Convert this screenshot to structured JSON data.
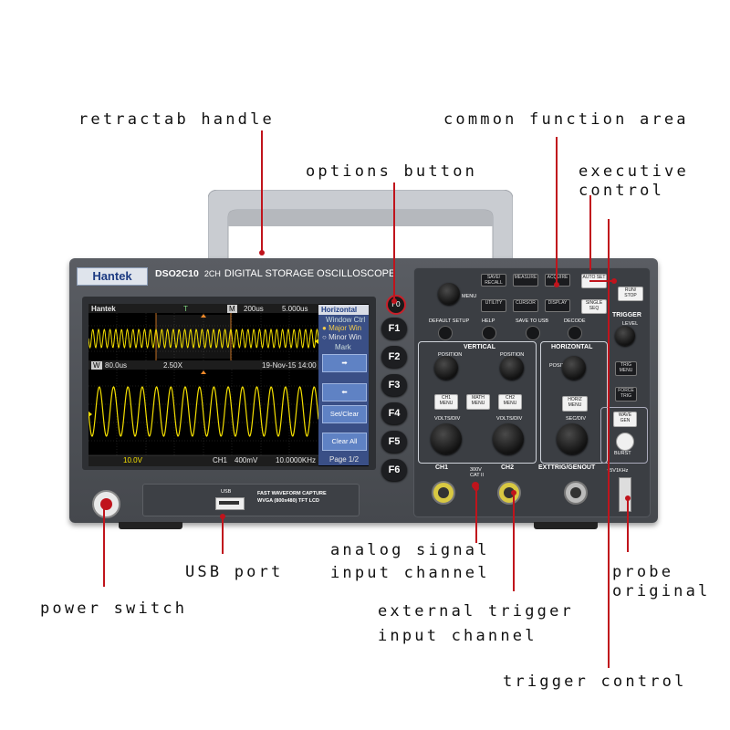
{
  "callouts": {
    "retractab_handle": "retractab handle",
    "common_function_area": "common function area",
    "options_button": "options button",
    "executive_control": "executive\ncontrol",
    "usb_port": "USB port",
    "analog_signal": "analog signal\ninput channel",
    "probe_original": "probe\noriginal",
    "power_switch": "power switch",
    "external_trigger": "external trigger\ninput channel",
    "trigger_control": "trigger control"
  },
  "device": {
    "brand": "Hantek",
    "model": "DSO2C10",
    "channels": "2CH",
    "title": "DIGITAL STORAGE OSCILLOSCOPE",
    "strip_line1": "FAST WAVEFORM CAPTURE",
    "strip_line2": "WVGA (800x480) TFT LCD",
    "usb_label": "USB"
  },
  "screen": {
    "brand": "Hantek",
    "trig_mode": "T",
    "mode": "M",
    "timebase": "200us",
    "time_offset": "5.000us",
    "window": "W",
    "window_div": "80.0us",
    "zoom": "2.50X",
    "date": "19-Nov-15 14:00",
    "ch1_scale": "10.0V",
    "ch1_label": "CH1",
    "trig_level": "400mV",
    "freq": "10.0000KHz"
  },
  "menu": {
    "title": "Horizontal",
    "item1": "Window Ctrl",
    "opt1": "Major Win",
    "opt2": "Minor Win",
    "item2": "Mark",
    "setclear": "Set/Clear",
    "clearall": "Clear All",
    "page": "Page 1/2"
  },
  "fkeys": [
    "F1",
    "F2",
    "F3",
    "F4",
    "F5",
    "F6"
  ],
  "f0": "F0",
  "panel": {
    "menu": "MENU",
    "save_recall": "SAVE/\nRECALL",
    "measure": "MEASURE",
    "acquire": "ACQUIRE",
    "utility": "UTILITY",
    "cursor": "CURSOR",
    "display": "DISPLAY",
    "auto_set": "AUTO\nSET",
    "run_stop": "RUN/\nSTOP",
    "single_seq": "SINGLE\nSEQ",
    "default_setup": "DEFAULT SETUP",
    "help": "HELP",
    "save_to_usb": "SAVE TO USB",
    "decode": "DECODE",
    "trigger": "TRIGGER",
    "level": "LEVEL",
    "vertical": "VERTICAL",
    "horizontal": "HORIZONTAL",
    "position": "POSITION",
    "ch1_menu": "CH1\nMENU",
    "math_menu": "MATH\nMENU",
    "ch2_menu": "CH2\nMENU",
    "horiz_menu": "HORIZ\nMENU",
    "trig_menu": "TRIG\nMENU",
    "force_trig": "FORCE\nTRIG",
    "wave_gen": "WAVE\nGEN",
    "burst": "BURST",
    "volts_div": "VOLTS/DIV",
    "sec_div": "SEC/DIV",
    "ch1": "CH1",
    "ch2": "CH2",
    "ext": "EXTTRIG/GENOUT",
    "cat": "300V\nCAT II",
    "probe": "~5V1KHz"
  },
  "colors": {
    "callout_line": "#c0141c",
    "ch1_trace": "#f5e000",
    "ch2_trace": "#f5e000"
  }
}
